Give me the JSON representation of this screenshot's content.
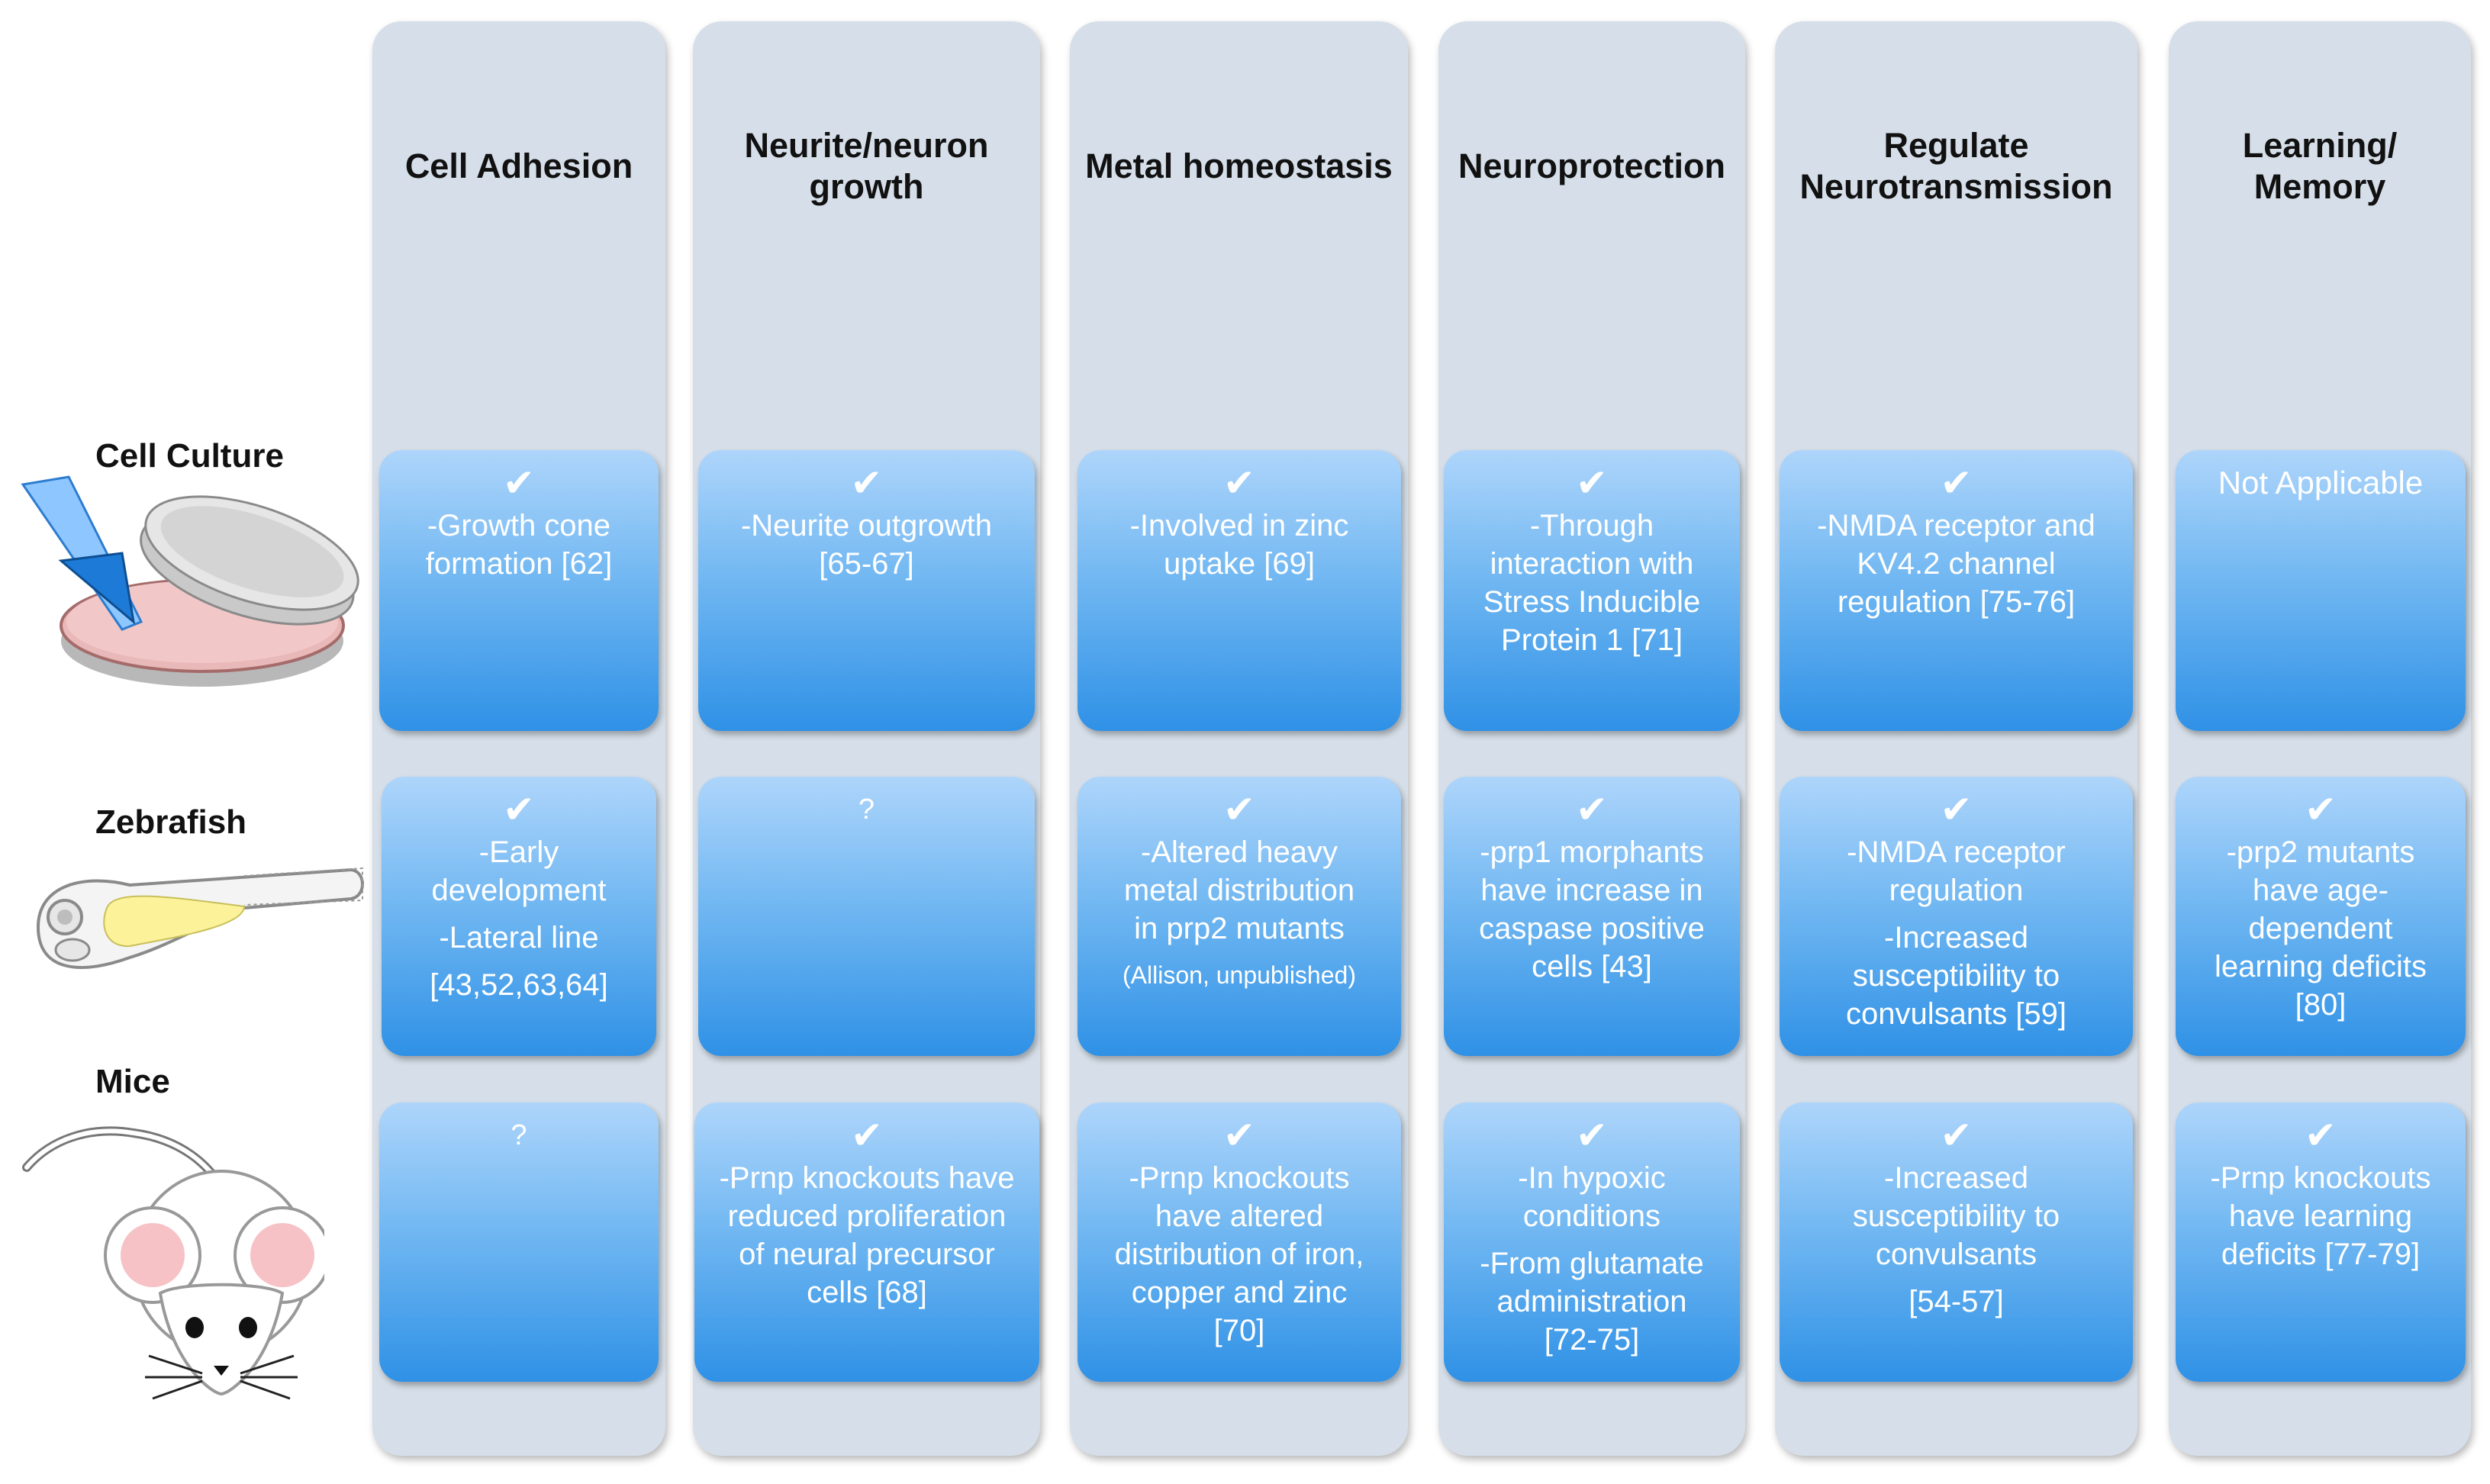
{
  "columns": [
    {
      "title": "Cell Adhesion"
    },
    {
      "title": "Neurite/neuron\ngrowth"
    },
    {
      "title": "Metal homeostasis"
    },
    {
      "title": "Neuroprotection"
    },
    {
      "title": "Regulate\nNeurotransmission"
    },
    {
      "title": "Learning/\nMemory"
    }
  ],
  "rows": [
    {
      "label": "Cell Culture",
      "illustration": "petri-dish-with-pipette"
    },
    {
      "label": "Zebrafish",
      "illustration": "zebrafish-larva"
    },
    {
      "label": "Mice",
      "illustration": "mouse"
    }
  ],
  "cells": {
    "cell_culture": [
      {
        "mark": "✔",
        "lines": [
          "-Growth cone\nformation [62]"
        ]
      },
      {
        "mark": "✔",
        "lines": [
          "-Neurite outgrowth\n[65-67]"
        ]
      },
      {
        "mark": "✔",
        "lines": [
          "-Involved in zinc\nuptake [69]"
        ]
      },
      {
        "mark": "✔",
        "lines": [
          "-Through\ninteraction with\nStress Inducible\nProtein 1 [71]"
        ]
      },
      {
        "mark": "✔",
        "lines": [
          "-NMDA receptor and\nKV4.2 channel\nregulation [75-76]"
        ]
      },
      {
        "mark": "Not Applicable",
        "lines": []
      }
    ],
    "zebrafish": [
      {
        "mark": "✔",
        "lines": [
          "-Early\ndevelopment",
          "-Lateral line",
          "[43,52,63,64]"
        ]
      },
      {
        "mark": "?",
        "lines": []
      },
      {
        "mark": "✔",
        "lines": [
          "-Altered heavy\nmetal distribution\nin prp2 mutants"
        ],
        "note": "(Allison, unpublished)"
      },
      {
        "mark": "✔",
        "lines": [
          "-prp1 morphants\nhave increase in\ncaspase positive\ncells [43]"
        ]
      },
      {
        "mark": "✔",
        "lines": [
          "-NMDA receptor\nregulation",
          "-Increased\nsusceptibility to\nconvulsants [59]"
        ]
      },
      {
        "mark": "✔",
        "lines": [
          "-prp2 mutants\nhave age-\ndependent\nlearning deficits\n[80]"
        ]
      }
    ],
    "mice": [
      {
        "mark": "?",
        "lines": []
      },
      {
        "mark": "✔",
        "lines": [
          "-Prnp knockouts have\nreduced proliferation\nof neural precursor\ncells [68]"
        ]
      },
      {
        "mark": "✔",
        "lines": [
          "-Prnp knockouts\nhave altered\ndistribution of iron,\ncopper and zinc\n[70]"
        ]
      },
      {
        "mark": "✔",
        "lines": [
          "-In hypoxic\nconditions",
          "-From glutamate\nadministration\n[72-75]"
        ]
      },
      {
        "mark": "✔",
        "lines": [
          "-Increased\nsusceptibility to\nconvulsants",
          "[54-57]"
        ]
      },
      {
        "mark": "✔",
        "lines": [
          "-Prnp knockouts\nhave learning\ndeficits [77-79]"
        ]
      }
    ]
  },
  "colors": {
    "column_bg": "#d6dfe9",
    "cell_top": "#aed5fb",
    "cell_bottom": "#2f91e6",
    "cell_text": "#ffffff"
  }
}
